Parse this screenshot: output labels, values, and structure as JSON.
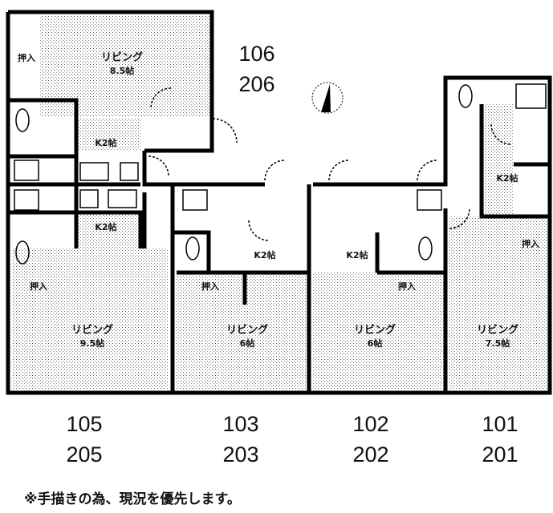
{
  "units": [
    {
      "id": "unit-106",
      "numbers": [
        "106",
        "206"
      ]
    },
    {
      "id": "unit-105",
      "numbers": [
        "105",
        "205"
      ]
    },
    {
      "id": "unit-103",
      "numbers": [
        "103",
        "203"
      ]
    },
    {
      "id": "unit-102",
      "numbers": [
        "102",
        "202"
      ]
    },
    {
      "id": "unit-101",
      "numbers": [
        "101",
        "201"
      ]
    }
  ],
  "rooms": {
    "r106_closet": "押入",
    "r106_living": "リビング",
    "r106_living_size": "8.5帖",
    "r106_kitchen": "K2帖",
    "r105_kitchen": "K2帖",
    "r105_closet": "押入",
    "r105_living": "リビング",
    "r105_living_size": "9.5帖",
    "r103_kitchen": "K2帖",
    "r103_closet": "押入",
    "r103_living": "リビング",
    "r103_living_size": "6帖",
    "r102_kitchen": "K2帖",
    "r102_closet": "押入",
    "r102_living": "リビング",
    "r102_living_size": "6帖",
    "r101_kitchen": "K2帖",
    "r101_closet": "押入",
    "r101_living": "リビング",
    "r101_living_size": "7.5帖"
  },
  "note": "※手描きの為、現況を優先します。",
  "compass": "north-arrow"
}
